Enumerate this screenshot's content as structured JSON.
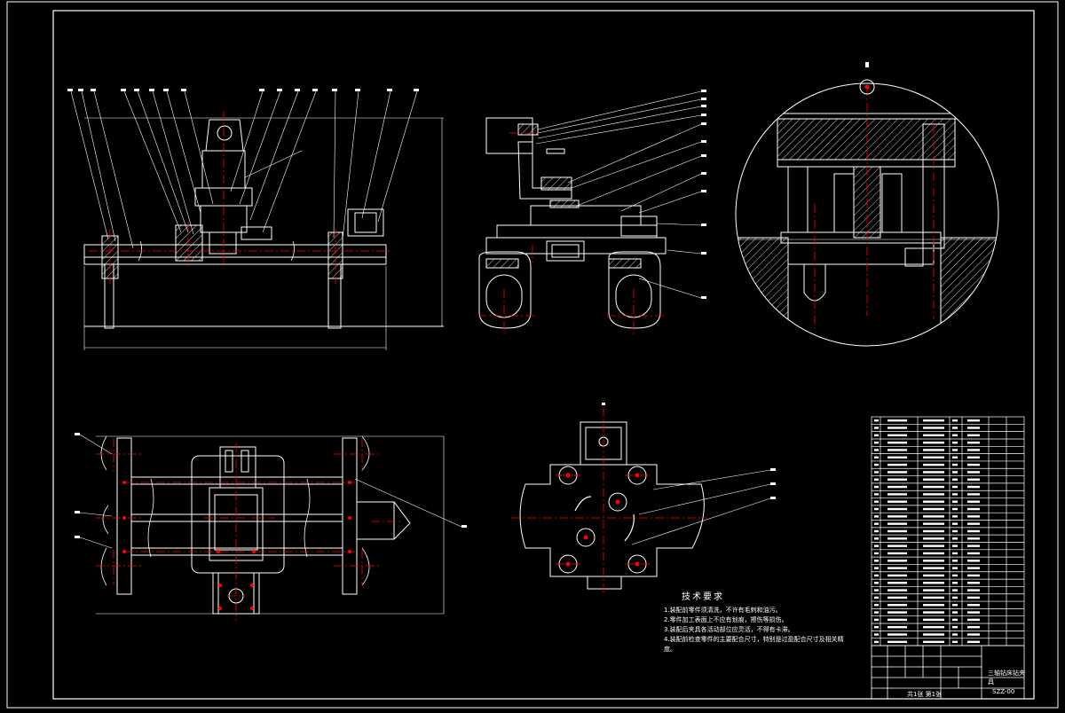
{
  "drawing": {
    "tech_requirements_title": "技术要求",
    "tech_requirements": [
      "1.装配前零件须清洗，不许有毛刺和油污。",
      "2.零件加工表面上不应有划痕，擦伤等损伤。",
      "3.装配后夹具各活动部位应灵活，不得有卡滞。",
      "4.装配前检查零件的主要配合尺寸，特别是过盈配合尺寸及相关精度。"
    ],
    "title_block": {
      "drawing_name": "三轴钻床钻夹具",
      "drawing_code": "SZZ-00",
      "sheet_info": "共1张 第1张"
    },
    "colors": {
      "background": "#000000",
      "outline": "#ffffff",
      "centerline": "#ff0000",
      "hatch": "#ffffff"
    }
  }
}
